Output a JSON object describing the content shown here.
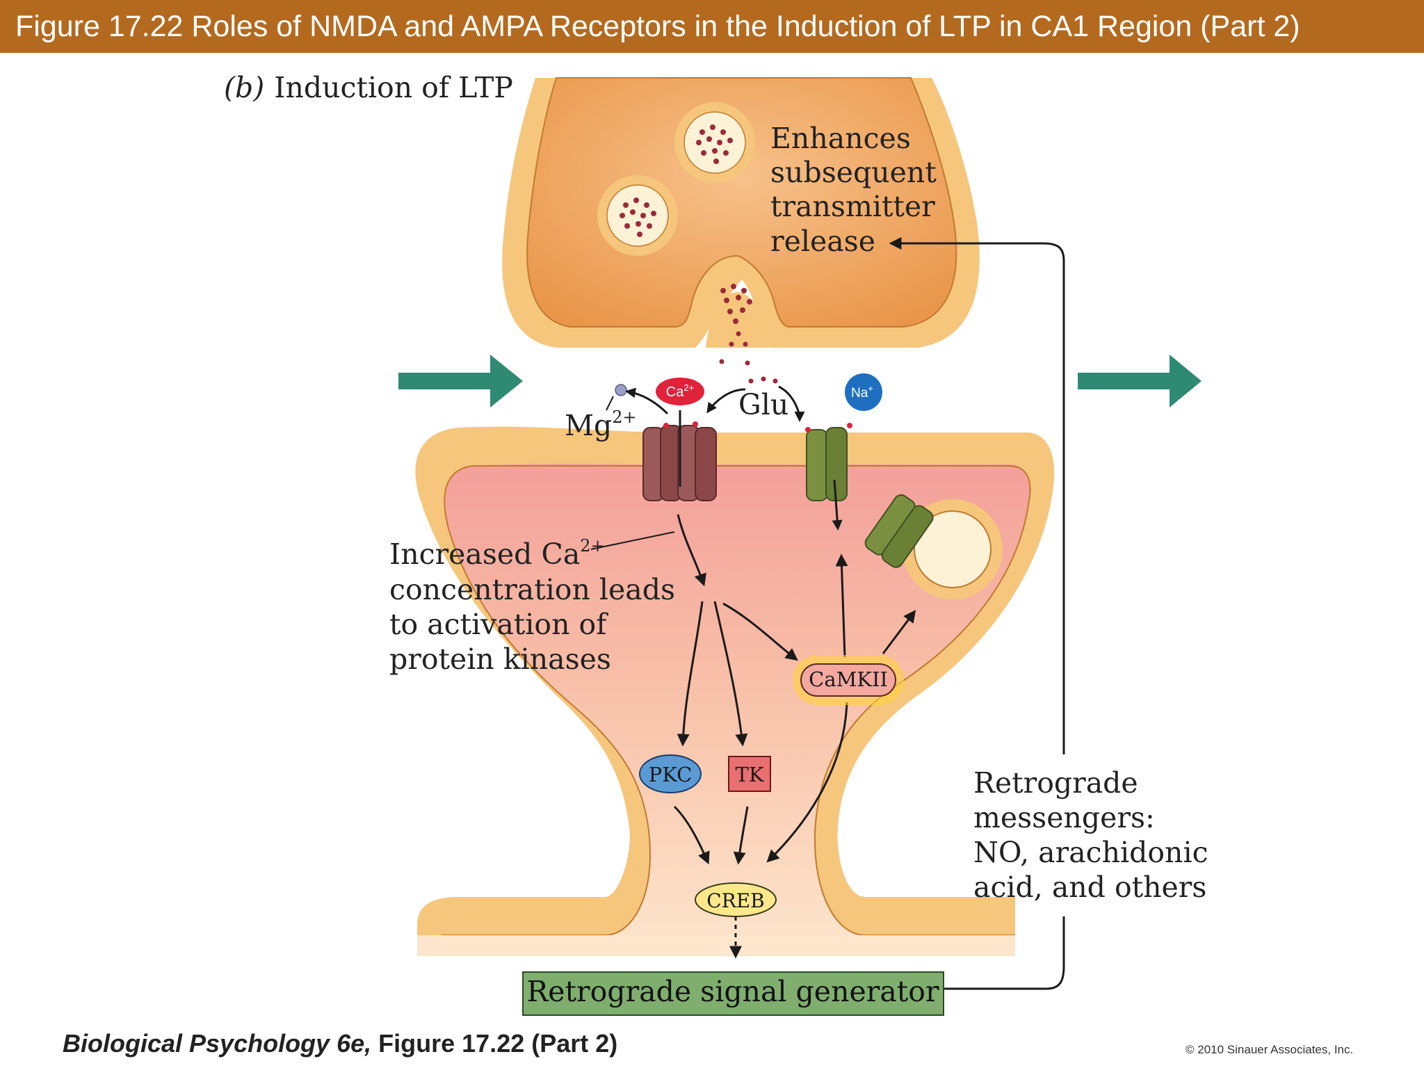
{
  "header": {
    "title": "Figure 17.22  Roles of NMDA and AMPA Receptors in the Induction of LTP in CA1 Region (Part 2)"
  },
  "panel": {
    "letter": "(b)",
    "title": "Induction of LTP"
  },
  "labels": {
    "enhances": [
      "Enhances",
      "subsequent",
      "transmitter",
      "release"
    ],
    "mg": "Mg",
    "mg_sup": "2+",
    "ca_ion": "Ca",
    "ca_ion_sup": "2+",
    "glu": "Glu",
    "na_ion": "Na",
    "na_ion_sup": "+",
    "increased": [
      "Increased Ca",
      "concentration leads",
      "to activation of",
      "protein kinases"
    ],
    "increased_sup": "2+",
    "camkii": "CaMKII",
    "pkc": "PKC",
    "tk": "TK",
    "creb": "CREB",
    "retrograde": [
      "Retrograde",
      "messengers:",
      "NO, arachidonic",
      "acid, and others"
    ],
    "generator": "Retrograde signal generator"
  },
  "footer": {
    "book": "Biological Psychology 6e,",
    "figure": " Figure 17.22 (Part 2)",
    "copyright": "© 2010 Sinauer Associates, Inc."
  },
  "colors": {
    "title_bar": "#b36a1f",
    "presynaptic": "#f0a860",
    "membrane": "#f5c67c",
    "postsynaptic": "#f4a8a0",
    "cytoplasm_light": "#fde3c4",
    "nmda": "#9a5a5a",
    "ampa": "#7a9040",
    "arrow_green": "#2f8a74",
    "ca": "#e0223a",
    "na": "#1f6fc0",
    "pkc": "#5b9bd5",
    "tk": "#e87070",
    "camkii_glow": "#ffd23c",
    "generator": "#7fae6e"
  }
}
